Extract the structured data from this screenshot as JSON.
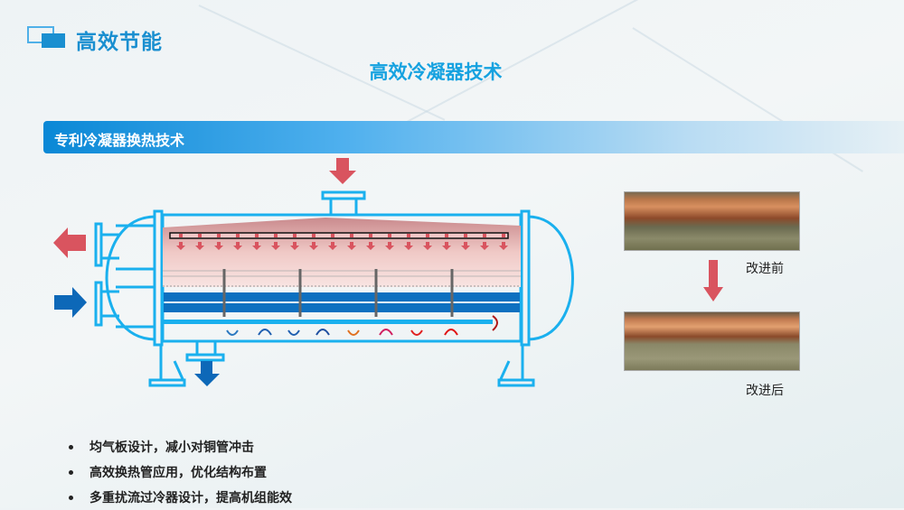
{
  "header": {
    "section": "高效节能",
    "title": "高效冷凝器技术"
  },
  "banner": {
    "label": "专利冷凝器换热技术"
  },
  "photos": {
    "before_label": "改进前",
    "after_label": "改进后"
  },
  "bullets": [
    "均气板设计，减小对铜管冲击",
    "高效换热管应用，优化结构布置",
    "多重扰流过冷器设计，提高机组能效"
  ],
  "colors": {
    "accent": "#1a8fd0",
    "shell": "#1ab0ee",
    "hot": "#d9545f",
    "cold": "#0d68b8"
  }
}
